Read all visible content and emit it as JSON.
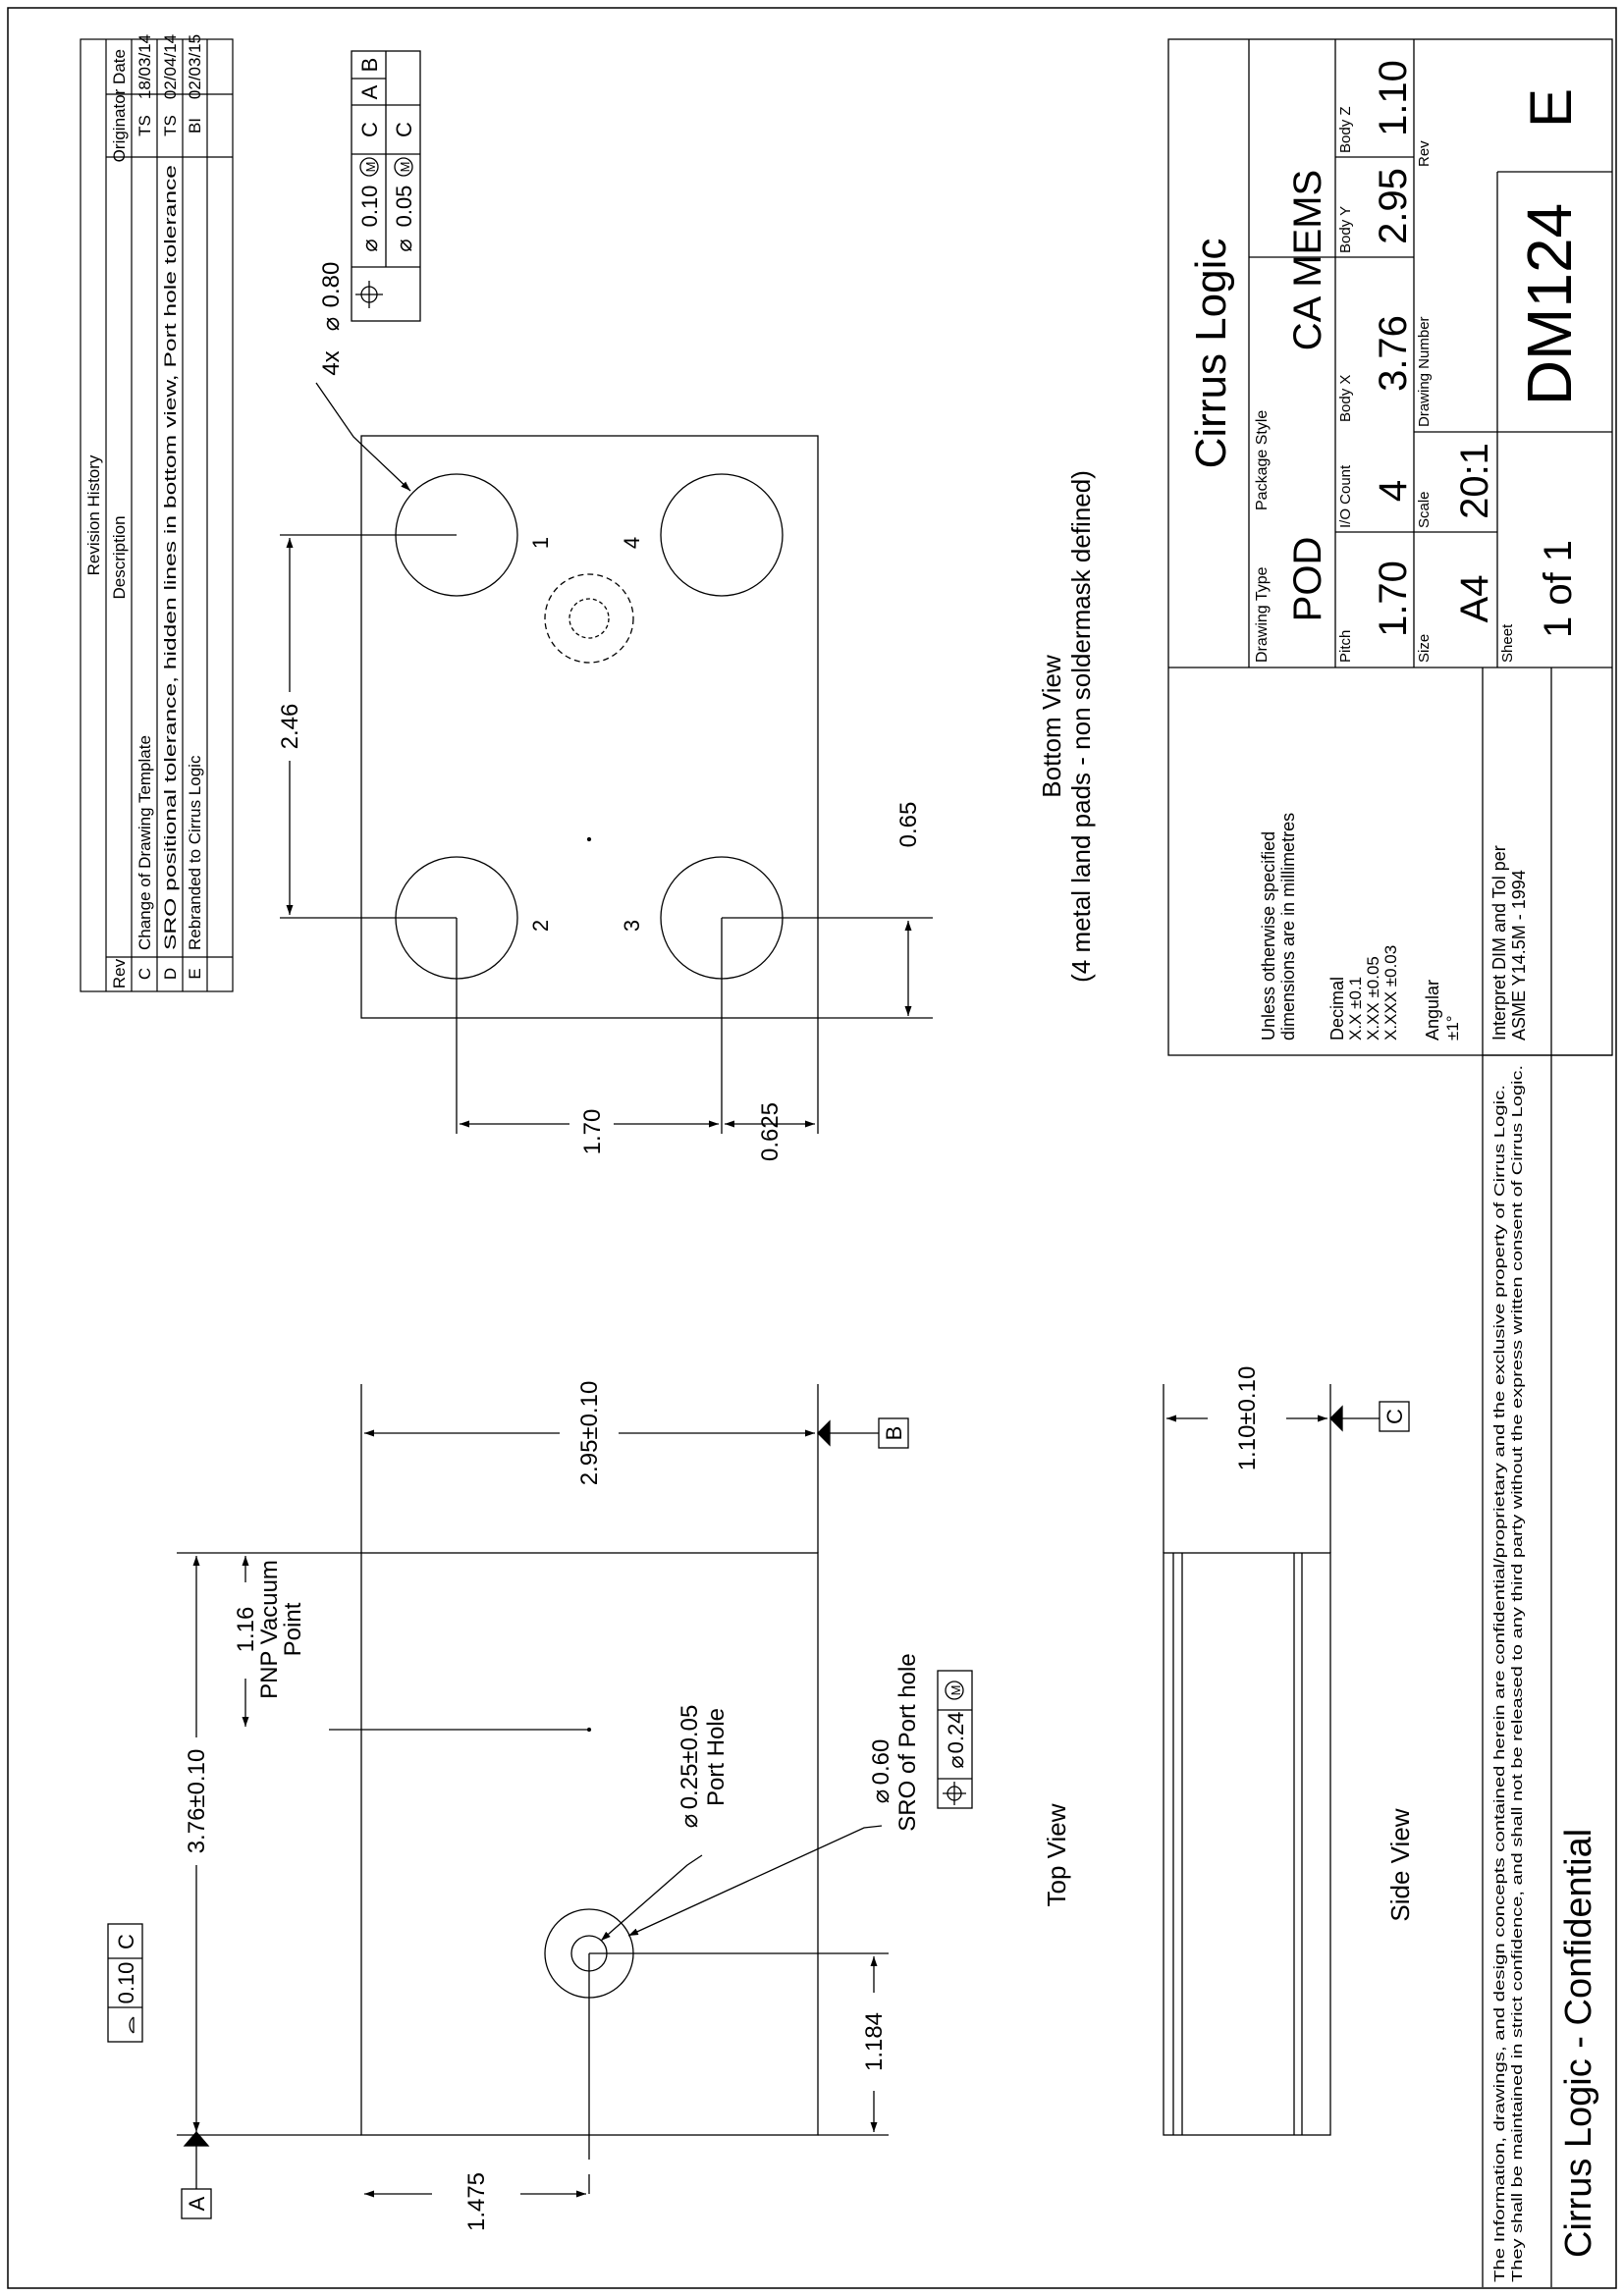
{
  "revision_history": {
    "title": "Revision History",
    "headers": [
      "Rev",
      "Description",
      "Originator",
      "Date"
    ],
    "rows": [
      {
        "rev": "C",
        "description": "Change of Drawing Template",
        "originator": "TS",
        "date": "18/03/14"
      },
      {
        "rev": "D",
        "description": "SRO positional tolerance, hidden lines in bottom view, Port hole tolerance",
        "originator": "TS",
        "date": "02/04/14"
      },
      {
        "rev": "E",
        "description": "Rebranded to Cirrus Logic",
        "originator": "BI",
        "date": "02/03/15"
      }
    ]
  },
  "bottom_view": {
    "pad_fcf_count": "4x",
    "pad_diameter": "0.80",
    "pad_fcf_row1": {
      "tol": "0.10",
      "datum1": "C",
      "datum2": "A",
      "datum3": "B"
    },
    "pad_fcf_row2": {
      "tol": "0.05",
      "datum1": "C"
    },
    "dim_pitch_x": "2.46",
    "dim_edge_x": "0.65",
    "dim_pitch_y": "1.70",
    "dim_edge_y": "0.625",
    "pad_numbers": [
      "1",
      "2",
      "3",
      "4"
    ],
    "caption_line1": "Bottom View",
    "caption_line2": "(4 metal land pads - non soldermask defined)"
  },
  "top_view": {
    "dim_x": "3.76±0.10",
    "dim_y": "2.95±0.10",
    "dim_vacuum": "1.16",
    "vacuum_label_1": "PNP Vacuum",
    "vacuum_label_2": "Point",
    "port_hole_dim": "0.25±0.05",
    "port_hole_label": "Port Hole",
    "sro_dim": "0.60",
    "sro_label": "SRO of Port hole",
    "sro_fcf_tol": "0.24",
    "dim_port_x": "1.475",
    "dim_port_y": "1.184",
    "flatness_tol": "0.10",
    "flatness_datum": "C",
    "datum_a": "A",
    "datum_b": "B",
    "caption": "Top View"
  },
  "side_view": {
    "dim_z": "1.10±0.10",
    "datum_c": "C",
    "caption": "Side View"
  },
  "title_block": {
    "company": "Cirrus Logic",
    "notes_line1": "Unless otherwise specified",
    "notes_line2": "dimensions are in millimetres",
    "decimal_label": "Decimal",
    "decimal_1": "X.X ±0.1",
    "decimal_2": "X.XX ±0.05",
    "decimal_3": "X.XXX ±0.03",
    "angular_label": "Angular",
    "angular_value": "±1°",
    "interpret_1": "Interpret DIM and Tol per",
    "interpret_2": "ASME Y14.5M - 1994",
    "drawing_type_label": "Drawing Type",
    "drawing_type": "POD",
    "package_style_label": "Package Style",
    "package_style": "CA MEMS",
    "pitch_label": "Pitch",
    "pitch": "1.70",
    "io_count_label": "I/O Count",
    "io_count": "4",
    "body_x_label": "Body X",
    "body_x": "3.76",
    "body_y_label": "Body Y",
    "body_y": "2.95",
    "body_z_label": "Body Z",
    "body_z": "1.10",
    "size_label": "Size",
    "size": "A4",
    "scale_label": "Scale",
    "scale": "20:1",
    "drawing_number_label": "Drawing Number",
    "drawing_number": "DM124",
    "rev_label": "Rev",
    "rev": "E",
    "sheet_label": "Sheet",
    "sheet": "1 of 1"
  },
  "footer": {
    "confidential_1": "The Information, drawings, and design concepts contained herein are confidential/proprietary and the exclusive property of Cirrus Logic.",
    "confidential_2": "They shall be maintained in strict confidence, and shall not be released to any third party without the express written consent of Cirrus Logic.",
    "confidential_title": "Cirrus Logic - Confidential"
  }
}
